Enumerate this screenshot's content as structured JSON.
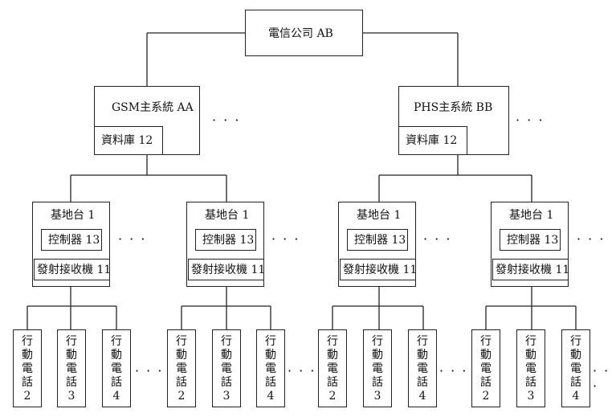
{
  "company": "電信公司 AB",
  "systems": [
    {
      "title": "GSM主系統 AA",
      "database": "資料庫 12",
      "stations": [
        {
          "title": "基地台 1",
          "controller": "控制器 13",
          "transceiver": "發射接收機 11",
          "phones": [
            "2",
            "3",
            "4"
          ]
        },
        {
          "title": "基地台 1",
          "controller": "控制器 13",
          "transceiver": "發射接收機 11",
          "phones": [
            "2",
            "3",
            "4"
          ]
        }
      ]
    },
    {
      "title": "PHS主系統 BB",
      "database": "資料庫 12",
      "stations": [
        {
          "title": "基地台 1",
          "controller": "控制器 13",
          "transceiver": "發射接收機 11",
          "phones": [
            "2",
            "3",
            "4"
          ]
        },
        {
          "title": "基地台 1",
          "controller": "控制器 13",
          "transceiver": "發射接收機 11",
          "phones": [
            "2",
            "3",
            "4"
          ]
        }
      ]
    }
  ],
  "phone_label": [
    "行",
    "動",
    "電",
    "話"
  ],
  "ellipsis": "· · ·"
}
